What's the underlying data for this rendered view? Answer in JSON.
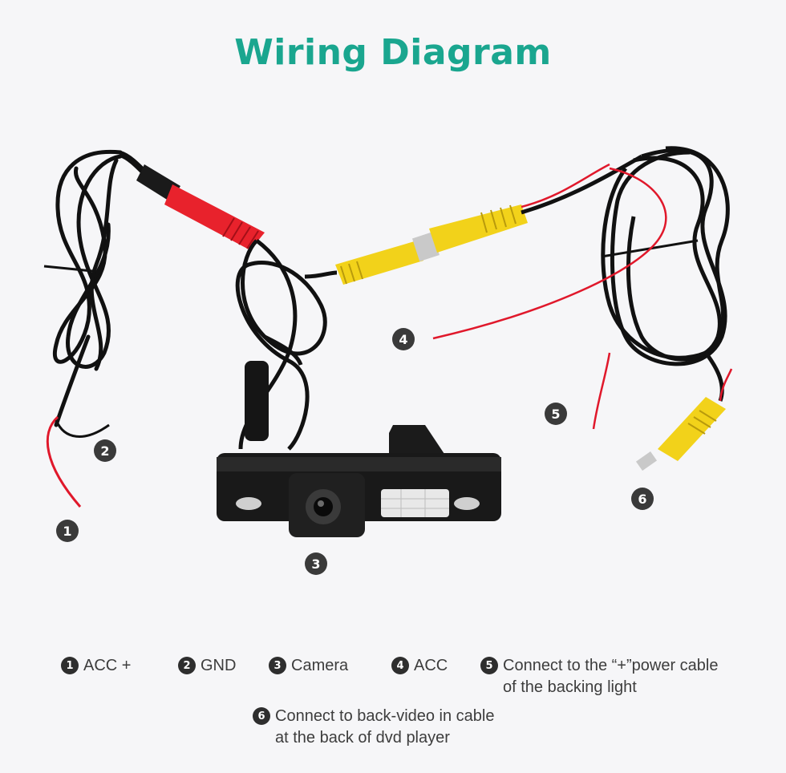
{
  "title": "Wiring Diagram",
  "markers": [
    "1",
    "2",
    "3",
    "4",
    "5",
    "6"
  ],
  "legend": [
    {
      "num": "1",
      "text": "ACC +"
    },
    {
      "num": "2",
      "text": "GND"
    },
    {
      "num": "3",
      "text": "Camera"
    },
    {
      "num": "4",
      "text": "ACC"
    },
    {
      "num": "5",
      "text": "Connect to the “+”power cable\nof the backing light"
    },
    {
      "num": "6",
      "text": "Connect to back-video in cable\nat the back of dvd player"
    }
  ],
  "colors": {
    "title": "#1aa68f",
    "cable": "#111111",
    "red_wire": "#e0182b",
    "yellow_connector": "#f2d21a",
    "red_connector": "#e8222c"
  }
}
